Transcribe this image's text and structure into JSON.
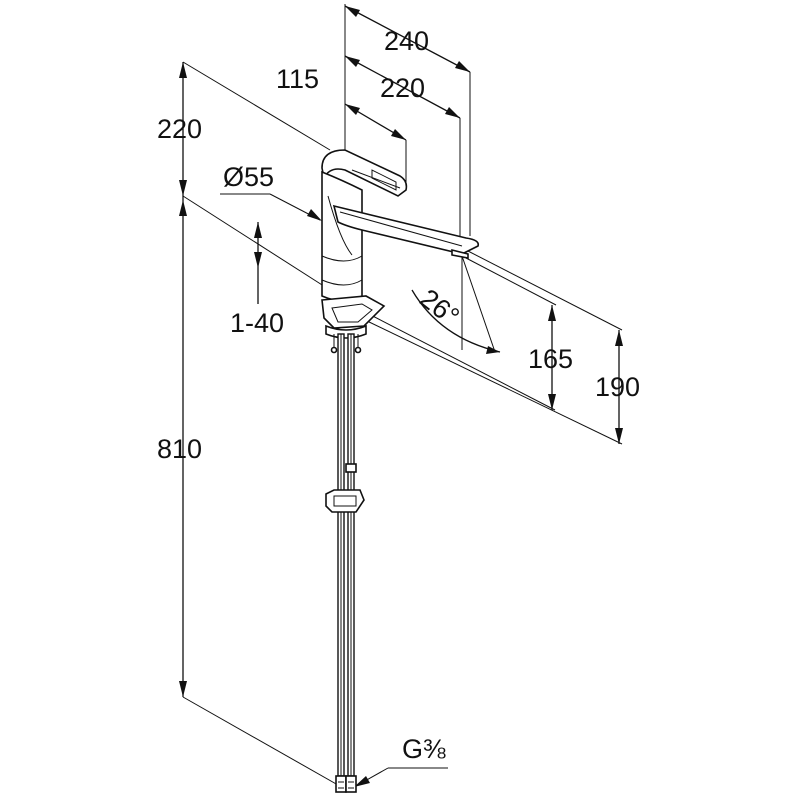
{
  "dimensions": {
    "overall_width": "240",
    "spout_reach": "220",
    "lever_length": "115",
    "spout_height_total": "220",
    "body_diameter": "Ø55",
    "counter_thickness": "1-40",
    "outlet_angle": "26°",
    "outlet_height": "165",
    "spout_height": "190",
    "hose_length": "810",
    "hose_thread": "G⅜"
  },
  "colors": {
    "ink": "#111111",
    "background": "#ffffff"
  }
}
